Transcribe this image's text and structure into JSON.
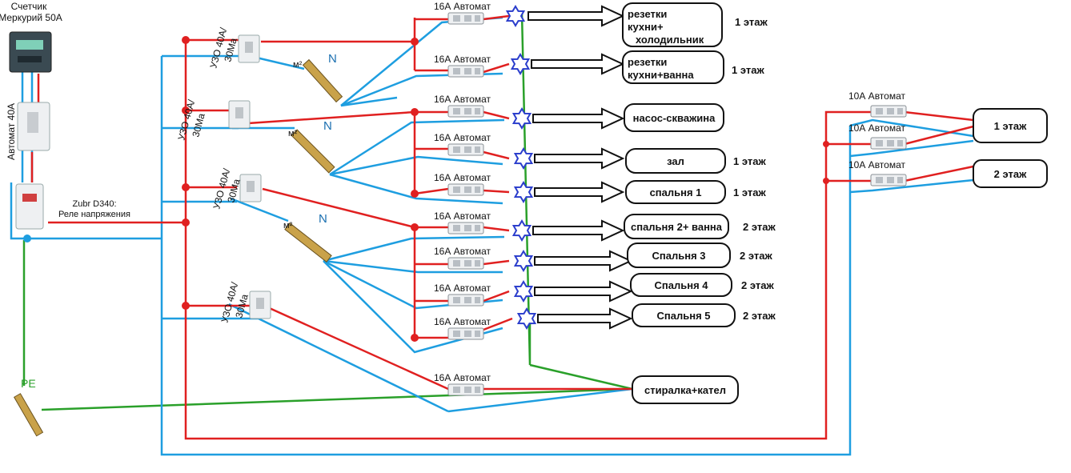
{
  "meter": {
    "label_line1": "Счетчик",
    "label_line2": "Меркурий 50А"
  },
  "main_breaker": {
    "label": "Автомат 40А"
  },
  "relay": {
    "label_line1": "Zubr D340:",
    "label_line2": "Реле напряжения"
  },
  "rcds": [
    {
      "line1": "УЗО 40А/",
      "line2": "30Ма"
    },
    {
      "line1": "УЗО 40А/",
      "line2": "30Ма"
    },
    {
      "line1": "УЗО 40А/",
      "line2": "30Ма"
    },
    {
      "line1": "УЗО 40А/",
      "line2": "30Ма"
    }
  ],
  "neutral_label": "N",
  "busbar_mark": "м²",
  "pe_label": "PE",
  "breaker_16_label": "16А Автомат",
  "breaker_10_label": "10А Автомат",
  "circuits": [
    {
      "line1": "резетки",
      "line2": "кухни+",
      "line3": "холодильник",
      "floor": "1 этаж"
    },
    {
      "line1": "резетки",
      "line2": "кухни+ванна",
      "line3": "",
      "floor": "1 этаж"
    },
    {
      "line1": "насос-скважина",
      "line2": "",
      "line3": "",
      "floor": ""
    },
    {
      "line1": "зал",
      "line2": "",
      "line3": "",
      "floor": "1 этаж"
    },
    {
      "line1": "спальня 1",
      "line2": "",
      "line3": "",
      "floor": "1 этаж"
    },
    {
      "line1": "спальня 2+ ванна",
      "line2": "",
      "line3": "",
      "floor": "2 этаж"
    },
    {
      "line1": "Спальня 3",
      "line2": "",
      "line3": "",
      "floor": "2 этаж"
    },
    {
      "line1": "Спальня 4",
      "line2": "",
      "line3": "",
      "floor": "2 этаж"
    },
    {
      "line1": "Спальня 5",
      "line2": "",
      "line3": "",
      "floor": "2 этаж"
    },
    {
      "line1": "стиралка+кател",
      "line2": "",
      "line3": "",
      "floor": ""
    }
  ],
  "lighting": [
    {
      "label": "1 этаж"
    },
    {
      "label": "2 этаж"
    }
  ],
  "colors": {
    "phase": "#e02020",
    "neutral": "#1e9ee0",
    "ground": "#2aa02a",
    "star": "#2a3dcc"
  }
}
